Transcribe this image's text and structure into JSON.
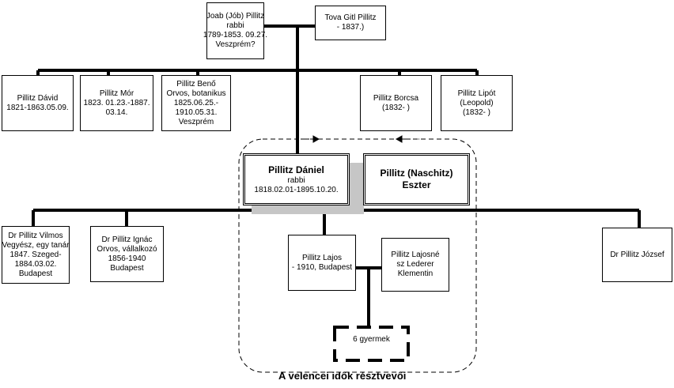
{
  "persons": {
    "joab": [
      "Joab (Jób)  Pillitz",
      "rabbi",
      "1789-1853. 09.27.",
      "Veszprém?"
    ],
    "tova": [
      "Tova Gitl Pillitz",
      "- 1837.)"
    ],
    "david": [
      "Pillitz Dávid",
      "1821-1863.05.09."
    ],
    "mor": [
      "Pillitz Mór",
      "1823. 01.23.-1887.",
      "03.14."
    ],
    "beno": [
      "Pillitz Benő",
      "Orvos, botanikus",
      "1825.06.25.-",
      "1910.05.31.",
      "Veszprém"
    ],
    "borcsa": [
      "Pillitz Borcsa",
      "(1832- )"
    ],
    "lipot": [
      "Pillitz Lipót",
      "(Leopold)",
      "(1832-  )"
    ],
    "daniel": [
      "Pillitz Dániel",
      "rabbi",
      "1818.02.01-1895.10.20."
    ],
    "eszter": [
      "Pillitz (Naschitz)",
      "Eszter"
    ],
    "vilmos": [
      "Dr Pillitz Vilmos",
      "Vegyész, egy tanár",
      "1847. Szeged-",
      "1884.03.02.",
      "Budapest"
    ],
    "ignac": [
      "Dr Pillitz Ignác",
      "Orvos, vállalkozó",
      "1856-1940",
      "Budapest"
    ],
    "lajos": [
      "Pillitz Lajos",
      "- 1910, Budapest"
    ],
    "lajosne": [
      "Pillitz Lajosné",
      "sz Lederer",
      "Klementin"
    ],
    "jozsef": [
      "Dr Pillitz József"
    ],
    "gyermek": [
      "6 gyermek"
    ]
  },
  "caption": "A velencei idők résztvevői"
}
